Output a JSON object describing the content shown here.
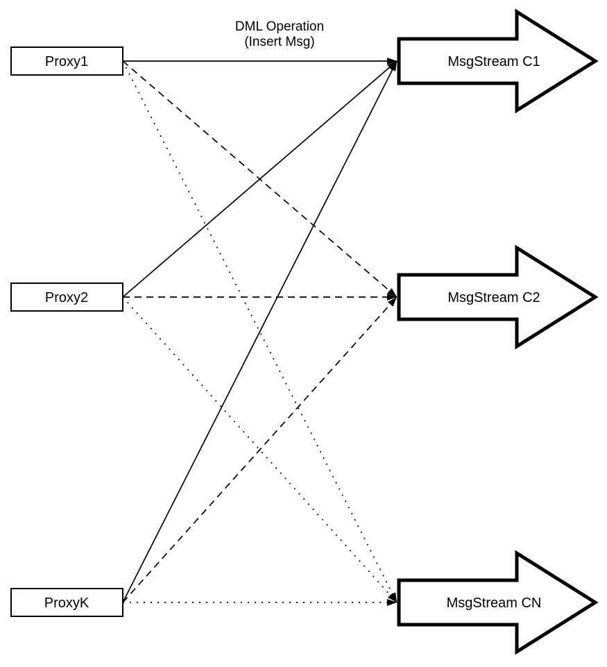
{
  "title": {
    "line1": "DML Operation",
    "line2": "(Insert Msg)"
  },
  "colors": {
    "line": "#000000",
    "node_fill": "#ffffff",
    "background": "#ffffff"
  },
  "proxies": [
    {
      "id": "proxy1",
      "label": "Proxy1"
    },
    {
      "id": "proxy2",
      "label": "Proxy2"
    },
    {
      "id": "proxyk",
      "label": "ProxyK"
    }
  ],
  "streams": [
    {
      "id": "c1",
      "label": "MsgStream C1"
    },
    {
      "id": "c2",
      "label": "MsgStream C2"
    },
    {
      "id": "cn",
      "label": "MsgStream CN"
    }
  ],
  "edges": [
    {
      "from": "proxy1",
      "to": "c1",
      "style": "solid"
    },
    {
      "from": "proxy2",
      "to": "c1",
      "style": "solid"
    },
    {
      "from": "proxyk",
      "to": "c1",
      "style": "solid"
    },
    {
      "from": "proxy1",
      "to": "c2",
      "style": "dashed"
    },
    {
      "from": "proxy2",
      "to": "c2",
      "style": "dashed"
    },
    {
      "from": "proxyk",
      "to": "c2",
      "style": "dashed"
    },
    {
      "from": "proxy1",
      "to": "cn",
      "style": "dotted"
    },
    {
      "from": "proxy2",
      "to": "cn",
      "style": "dotted"
    },
    {
      "from": "proxyk",
      "to": "cn",
      "style": "dotted"
    }
  ]
}
